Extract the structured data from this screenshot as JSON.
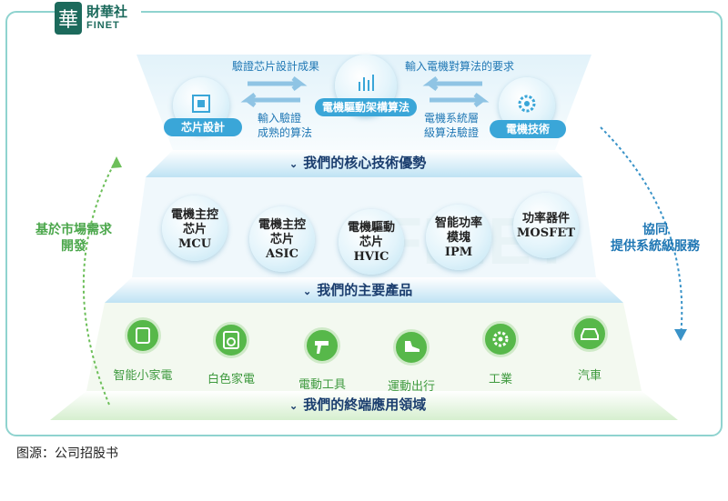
{
  "logo": {
    "seal_char": "華",
    "cn": "財華社",
    "en": "FINET"
  },
  "top": {
    "nodes": [
      {
        "label": "芯片設計"
      },
      {
        "label": "電機驅動架構算法"
      },
      {
        "label": "電機技術"
      }
    ],
    "arrows": {
      "top_left": "驗證芯片設計成果",
      "top_right": "輸入電機對算法的要求",
      "bottom_left": [
        "輸入驗證",
        "成熟的算法"
      ],
      "bottom_right": [
        "電機系統層",
        "級算法驗證"
      ]
    }
  },
  "bands": {
    "core": "我們的核心技術優勢",
    "products": "我們的主要產品",
    "applications": "我們的終端應用領域"
  },
  "products": [
    {
      "lines": [
        "電機主控",
        "芯片",
        "MCU"
      ]
    },
    {
      "lines": [
        "電機主控",
        "芯片",
        "ASIC"
      ]
    },
    {
      "lines": [
        "電機驅動",
        "芯片",
        "HVIC"
      ]
    },
    {
      "lines": [
        "智能功率",
        "模塊",
        "IPM"
      ]
    },
    {
      "lines": [
        "功率器件",
        "MOSFET"
      ]
    }
  ],
  "applications": [
    {
      "label": "智能小家電",
      "icon": "home-appliance-icon"
    },
    {
      "label": "白色家電",
      "icon": "washing-machine-icon"
    },
    {
      "label": "電動工具",
      "icon": "drill-icon"
    },
    {
      "label": "運動出行",
      "icon": "shoe-icon"
    },
    {
      "label": "工業",
      "icon": "gear-icon"
    },
    {
      "label": "汽車",
      "icon": "car-icon"
    }
  ],
  "side": {
    "left": [
      "基於市場需求",
      "開發"
    ],
    "right": [
      "協同",
      "提供系統級服務"
    ]
  },
  "source": "图源：公司招股书",
  "colors": {
    "frame": "#8fd3cf",
    "accent_blue": "#3aa6d8",
    "accent_green": "#57b84a",
    "band_text": "#1a3d6e"
  }
}
